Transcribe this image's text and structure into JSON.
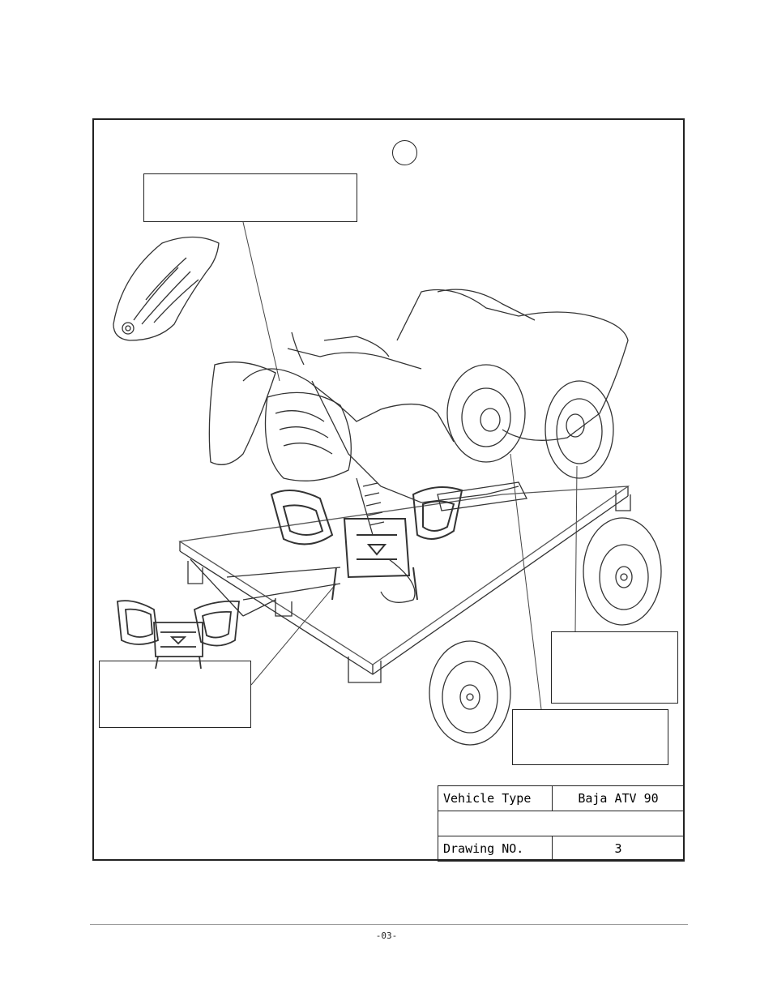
{
  "step_marker": "",
  "callouts": {
    "upper_left": "",
    "lower_left": "",
    "right_upper": "",
    "right_lower": ""
  },
  "title_block": {
    "vehicle_type_label": "Vehicle Type",
    "vehicle_type_value": "Baja ATV 90",
    "blank_row": "",
    "drawing_no_label": "Drawing NO.",
    "drawing_no_value": "3"
  },
  "footer": {
    "page_number": "-03-"
  },
  "components": {
    "front_fender_part": "front-fender-part-icon",
    "front_bumper_part": "front-bumper-part-icon",
    "atv_on_pallet": "atv-crate-icon",
    "loose_wheels": "wheel-icon"
  }
}
